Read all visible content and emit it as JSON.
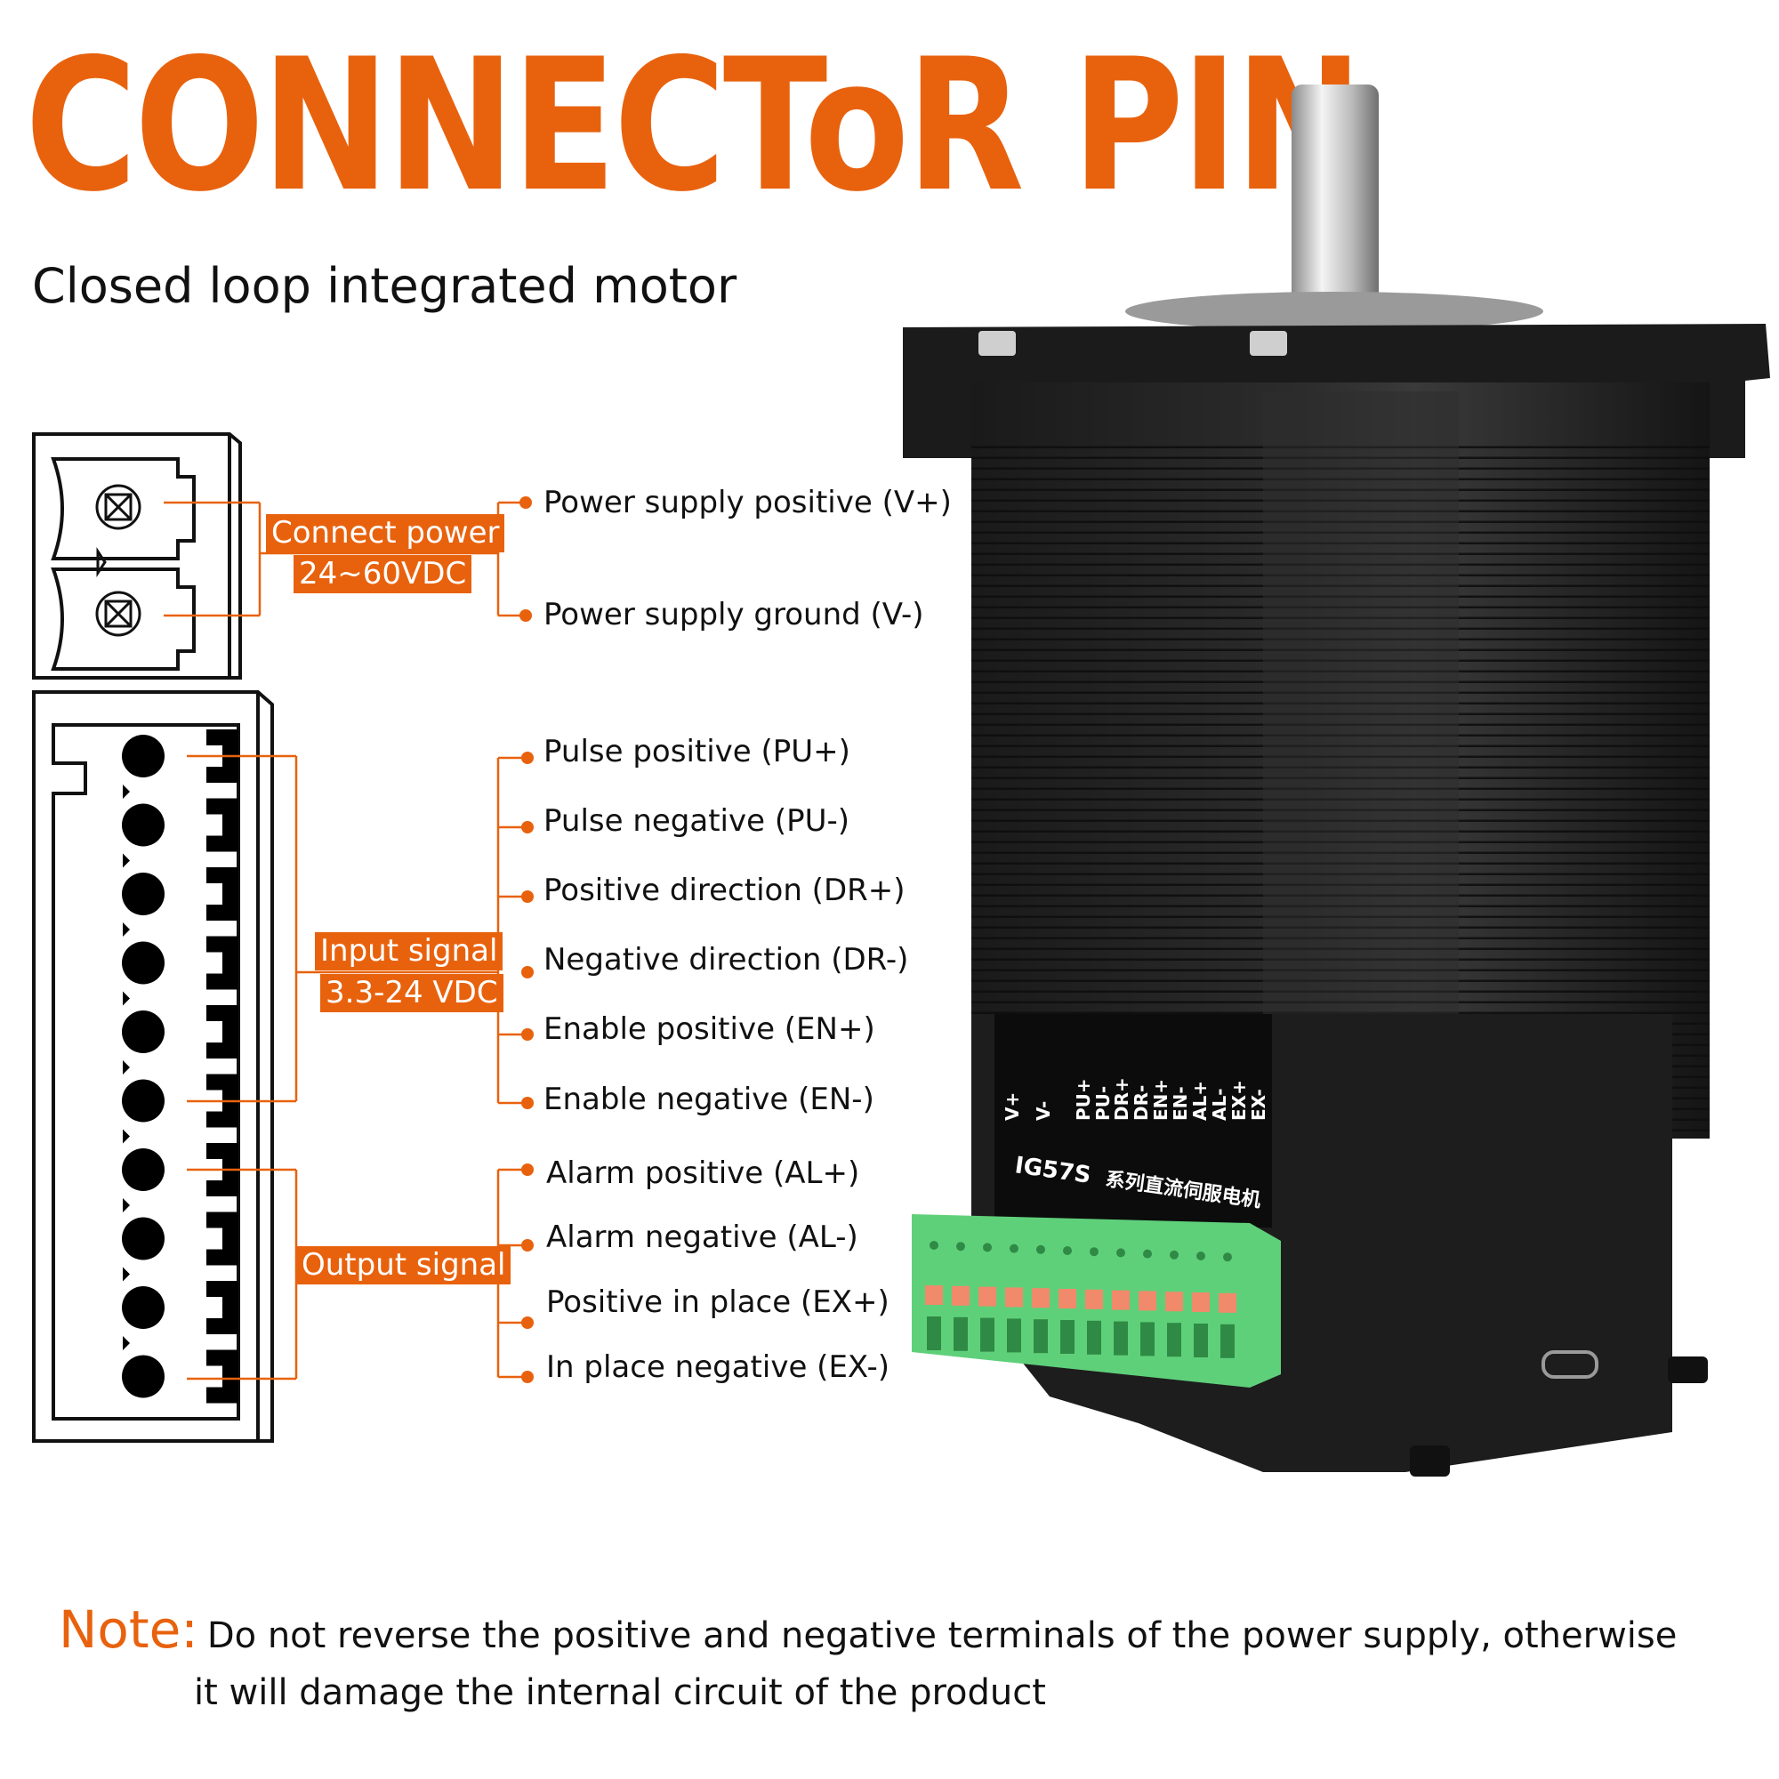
{
  "title": "CONNECToR PIN",
  "subtitle": "Closed loop integrated motor",
  "groups": {
    "power": {
      "label": "Connect power",
      "range": "24~60VDC"
    },
    "input": {
      "label": "Input signal",
      "range": "3.3-24 VDC"
    },
    "output": {
      "label": "Output signal"
    }
  },
  "pins": [
    "Power supply positive (V+)",
    "Power supply ground (V-)",
    "Pulse positive (PU+)",
    "Pulse negative (PU-)",
    "Positive direction (DR+)",
    "Negative direction (DR-)",
    "Enable positive (EN+)",
    "Enable negative (EN-)",
    "Alarm positive (AL+)",
    "Alarm negative (AL-)",
    "Positive in place (EX+)",
    "In place negative (EX-)"
  ],
  "motor": {
    "pin_codes": [
      "V+",
      "V-",
      "PU+",
      "PU-",
      "DR+",
      "DR-",
      "EN+",
      "EN-",
      "AL+",
      "AL-",
      "EX+",
      "EX-"
    ],
    "model": "IG57S",
    "model_cn": "系列直流伺服电机"
  },
  "note": {
    "word": "Note:",
    "line1": "Do not reverse the positive and negative terminals of the power supply, otherwise",
    "line2": "it will damage the internal circuit of the product"
  },
  "colors": {
    "accent": "#e8620e",
    "motor_body": "#1c1c1c",
    "terminal_green": "#5fd07a"
  }
}
